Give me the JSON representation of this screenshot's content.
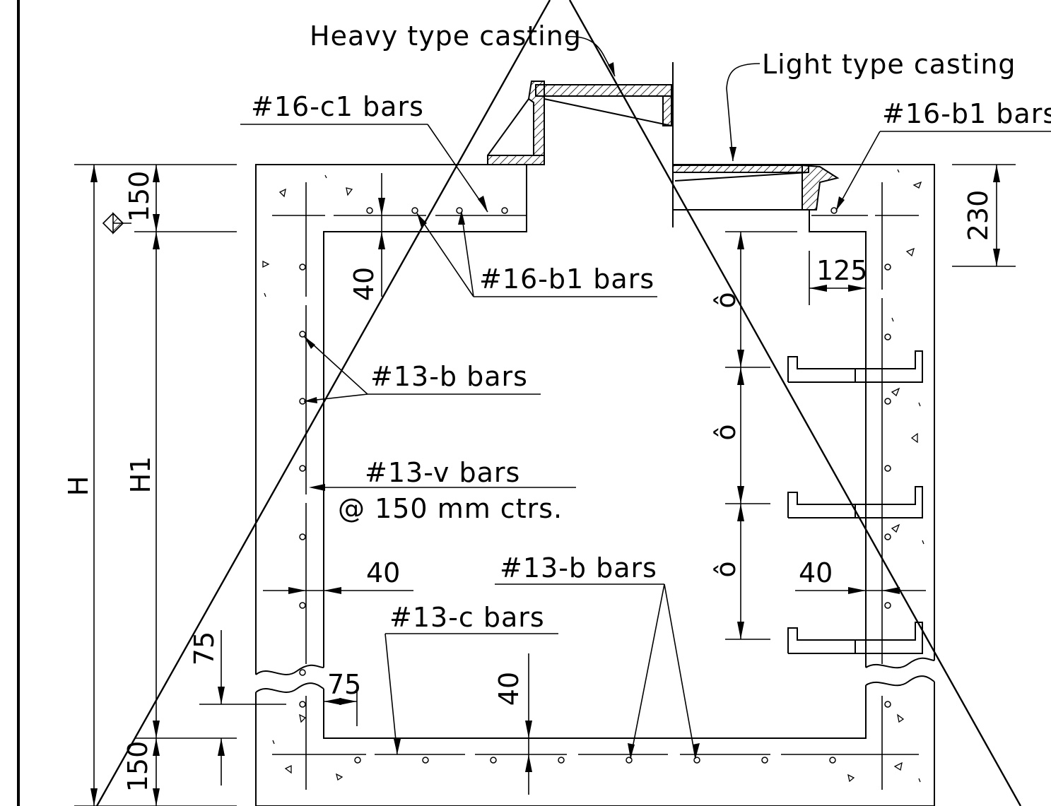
{
  "labels": {
    "heavy_casting": "Heavy type casting",
    "light_casting": "Light type casting",
    "bars_16c1": "#16-c1 bars",
    "bars_16b1_right": "#16-b1 bars",
    "bars_16b1_mid": "#16-b1 bars",
    "bars_13b_wall": "#13-b bars",
    "bars_13v": "#13-v bars",
    "spacing_13v": "@ 150 mm ctrs.",
    "bars_13b_floor": "#13-b bars",
    "bars_13c": "#13-c bars"
  },
  "dimensions": {
    "h_total": "H",
    "h1": "H1",
    "top_slab": "150",
    "bottom_slab": "150",
    "right_top": "230",
    "cover_top": "40",
    "cover_left": "40",
    "cover_right": "40",
    "cover_floor": "40",
    "step_offset": "125",
    "wall_75_vertical": "75",
    "wall_75_horizontal": "75"
  },
  "step_labels": [
    "ô",
    "ô",
    "ô"
  ]
}
